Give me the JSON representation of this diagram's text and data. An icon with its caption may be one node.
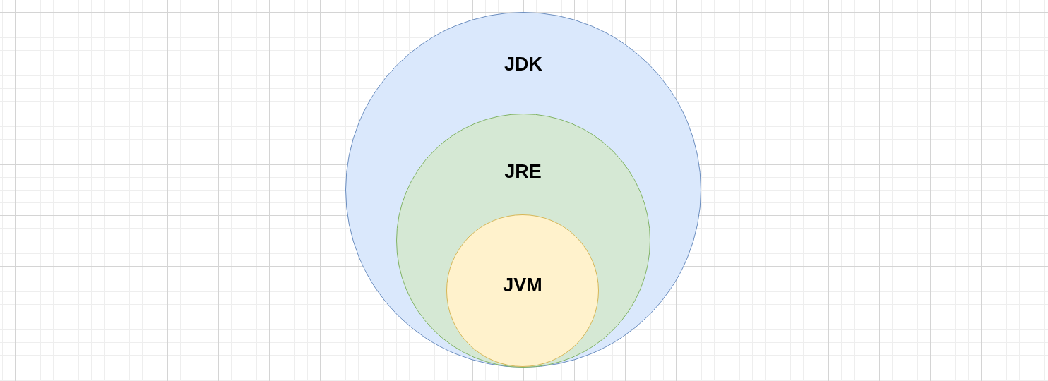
{
  "diagram": {
    "nodes": [
      {
        "text": [
          "JDK"
        ]
      },
      {
        "text": [
          "JRE"
        ],
        "in": 0
      },
      {
        "text": [
          "JVM"
        ],
        "in": 1
      }
    ]
  }
}
